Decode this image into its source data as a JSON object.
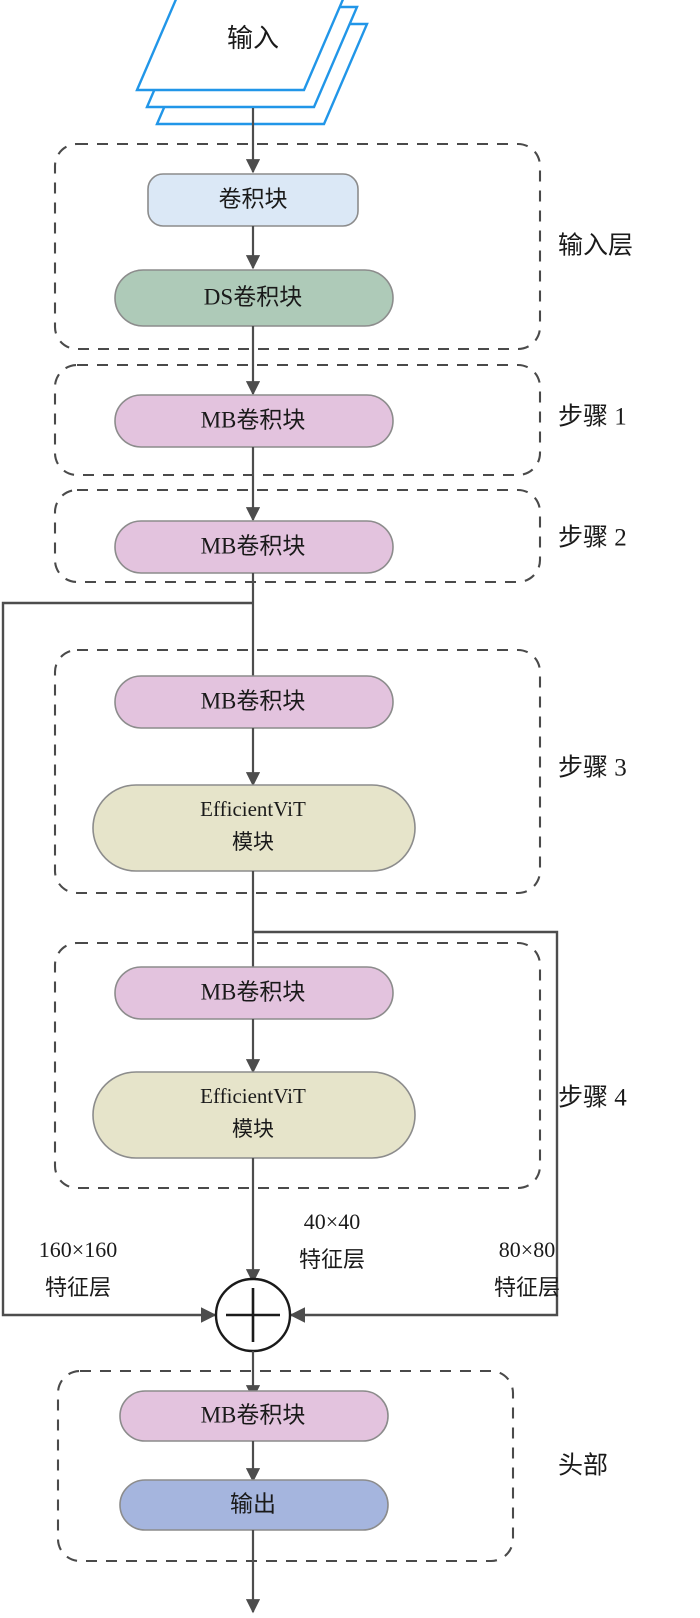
{
  "diagram": {
    "title": "EfficientViT backbone architecture flowchart",
    "input_node": {
      "label": "输入",
      "shape": "stacked-parallelograms",
      "stroke_color": "#2196e8",
      "sheets": 3
    },
    "groups": [
      {
        "id": "input-layer",
        "label": "输入层",
        "blocks": [
          "conv-block",
          "ds-conv-block"
        ]
      },
      {
        "id": "stage-1",
        "label": "步骤 1",
        "blocks": [
          "mb-conv-block"
        ]
      },
      {
        "id": "stage-2",
        "label": "步骤 2",
        "blocks": [
          "mb-conv-block"
        ]
      },
      {
        "id": "stage-3",
        "label": "步骤 3",
        "blocks": [
          "mb-conv-block",
          "efficientvit-module"
        ]
      },
      {
        "id": "stage-4",
        "label": "步骤 4",
        "blocks": [
          "mb-conv-block",
          "efficientvit-module"
        ]
      },
      {
        "id": "head",
        "label": "头部",
        "blocks": [
          "mb-conv-block",
          "output-block"
        ]
      }
    ],
    "blocks": {
      "conv": {
        "label": "卷积块",
        "fill": "#dbe8f6"
      },
      "ds_conv": {
        "label": "DS卷积块",
        "fill": "#aecab8"
      },
      "mb_conv": {
        "label": "MB卷积块",
        "fill": "#e3c3de"
      },
      "efficientvit_line1": "EfficientViT",
      "efficientvit_line2": "模块",
      "efficientvit_fill": "#e6e4ca",
      "output": {
        "label": "输出",
        "fill": "#a5b5de"
      }
    },
    "feature_labels": {
      "left_line1": "160×160",
      "left_line2": "特征层",
      "center_line1": "40×40",
      "center_line2": "特征层",
      "right_line1": "80×80",
      "right_line2": "特征层"
    },
    "sum_node": {
      "name": "addition-node",
      "symbol": "+"
    },
    "palette": {
      "dashed_group_stroke": "#4a4a4a",
      "flow_line": "#4d4d4d",
      "block_stroke": "#8c8c8c",
      "text": "#1a1a1a",
      "background": "#ffffff"
    }
  }
}
